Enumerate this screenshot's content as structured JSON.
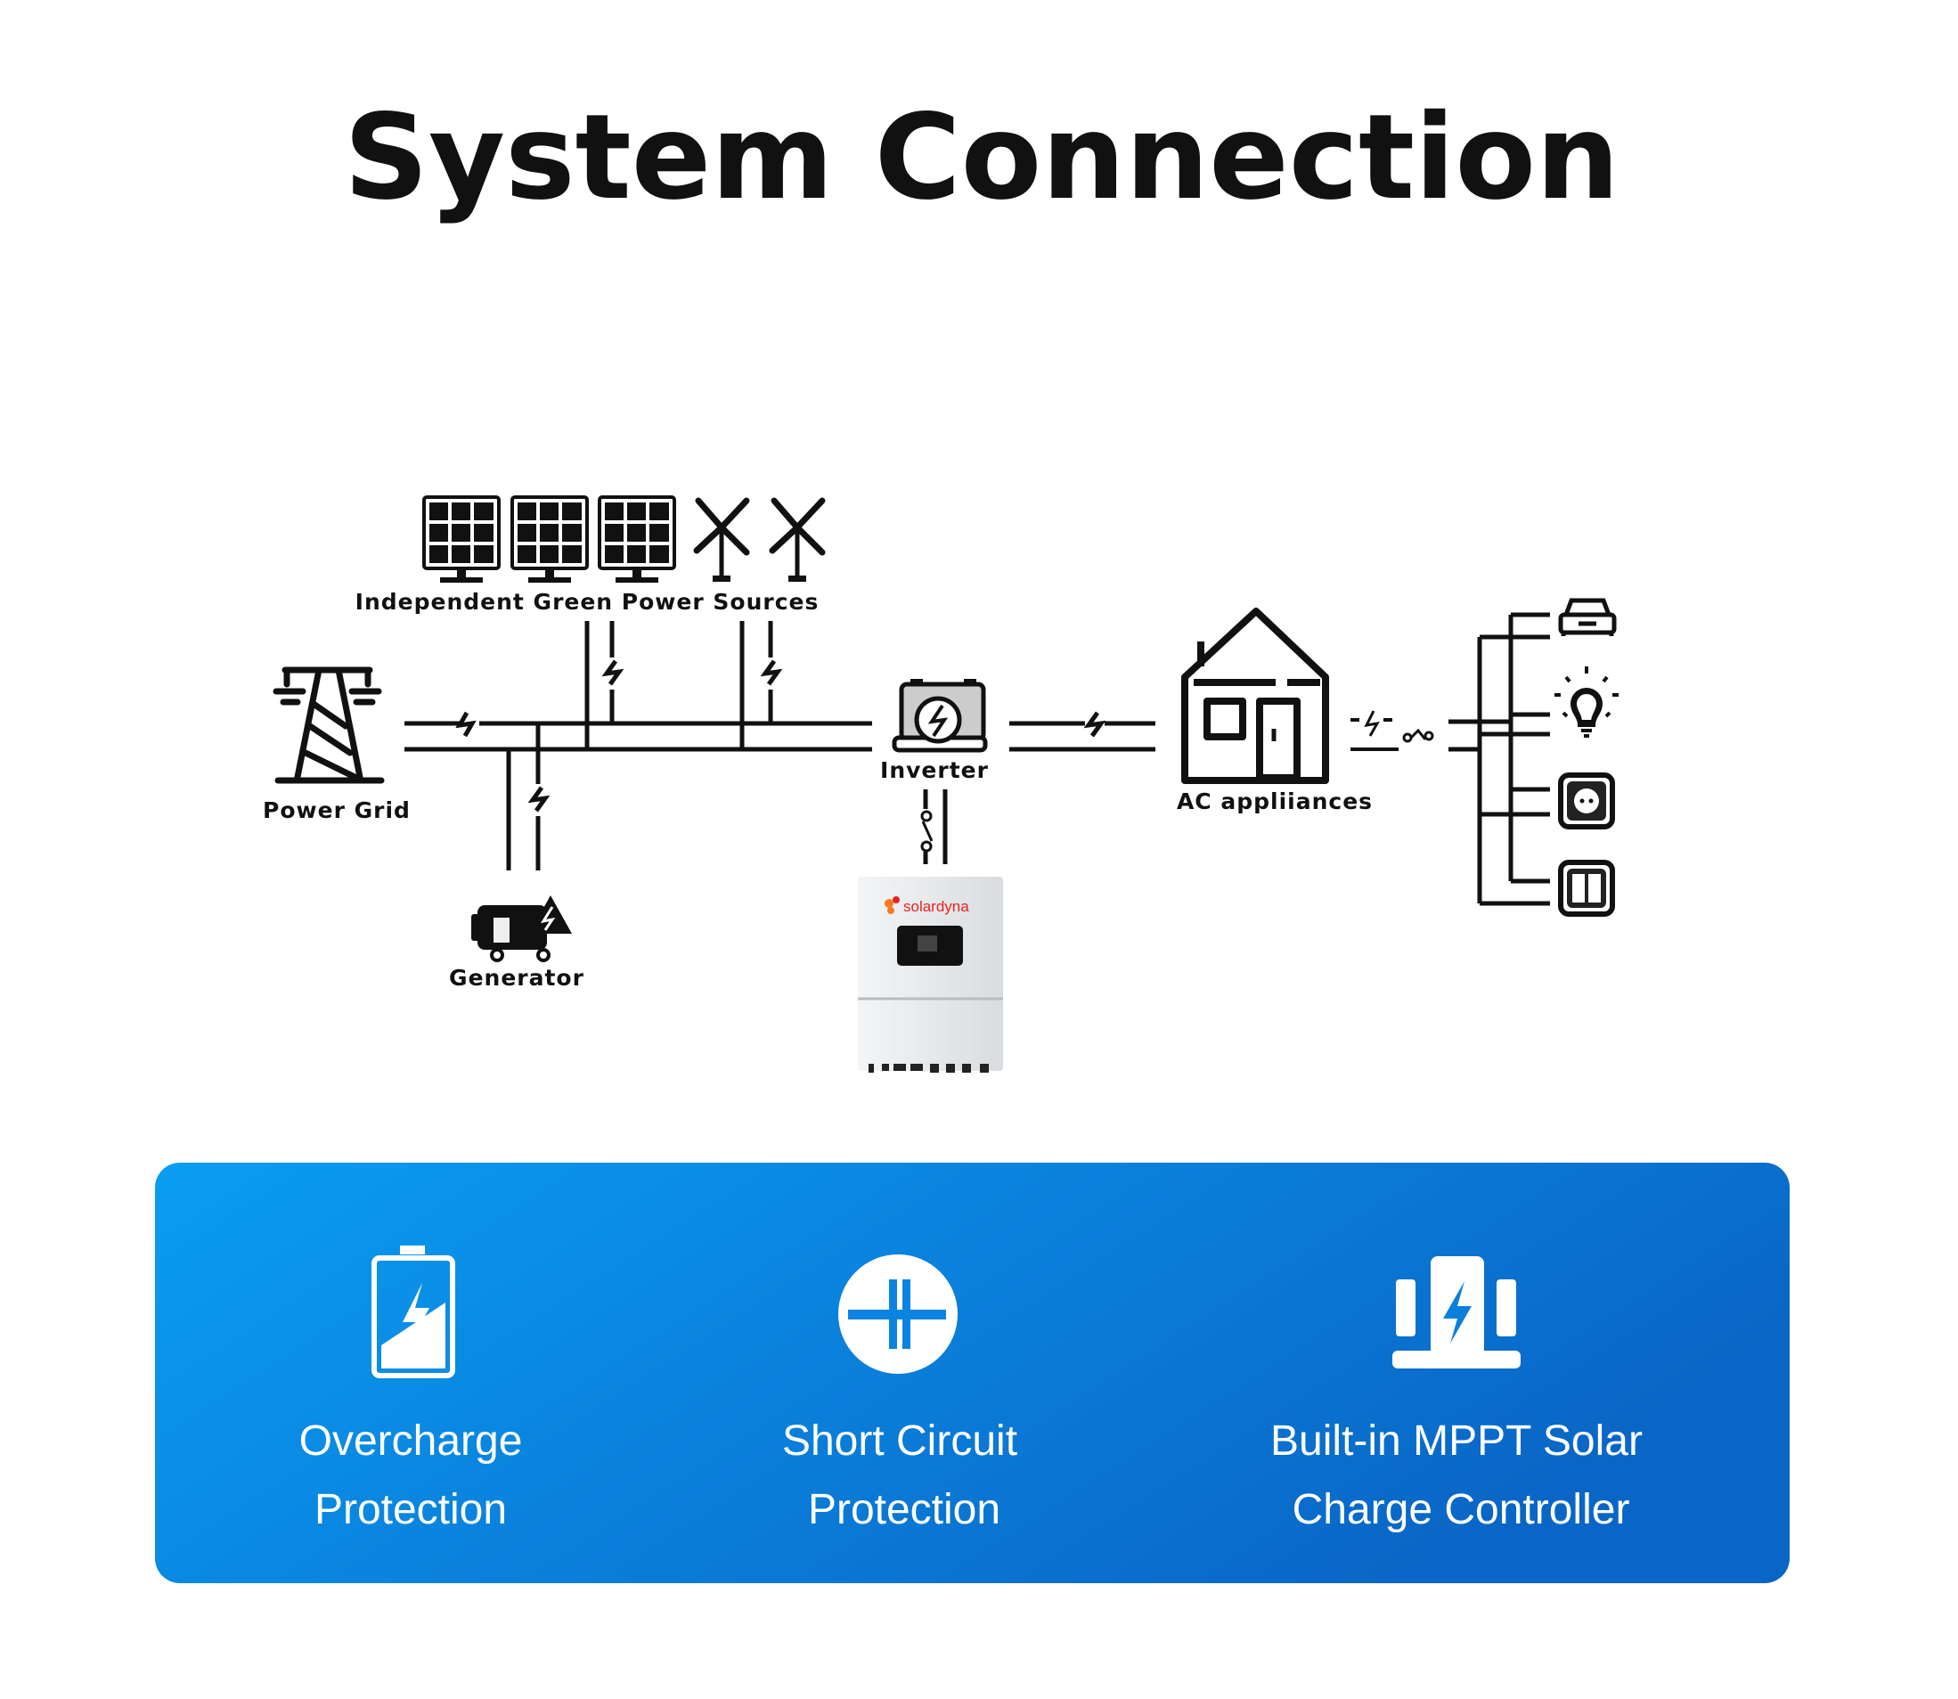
{
  "title": "System Connection",
  "diagram": {
    "green_sources_label": "Independent Green Power Sources",
    "power_grid_label": "Power Grid",
    "generator_label": "Generator",
    "inverter_label": "Inverter",
    "ac_label": "AC appliiances",
    "brand_logo": "solardyna",
    "loads": [
      "car-icon",
      "light-bulb-icon",
      "power-outlet-icon",
      "wall-switch-icon"
    ]
  },
  "features": [
    {
      "icon": "battery-charge-icon",
      "line1": "Overcharge",
      "line2": "Protection"
    },
    {
      "icon": "short-circuit-icon",
      "line1": "Short Circuit",
      "line2": "Protection"
    },
    {
      "icon": "mppt-controller-icon",
      "line1": "Built-in MPPT Solar",
      "line2": "Charge Controller"
    }
  ],
  "colors": {
    "panel_start": "#0a9df2",
    "panel_end": "#0a68c8",
    "brand_red": "#e8231f",
    "ink": "#111111"
  }
}
